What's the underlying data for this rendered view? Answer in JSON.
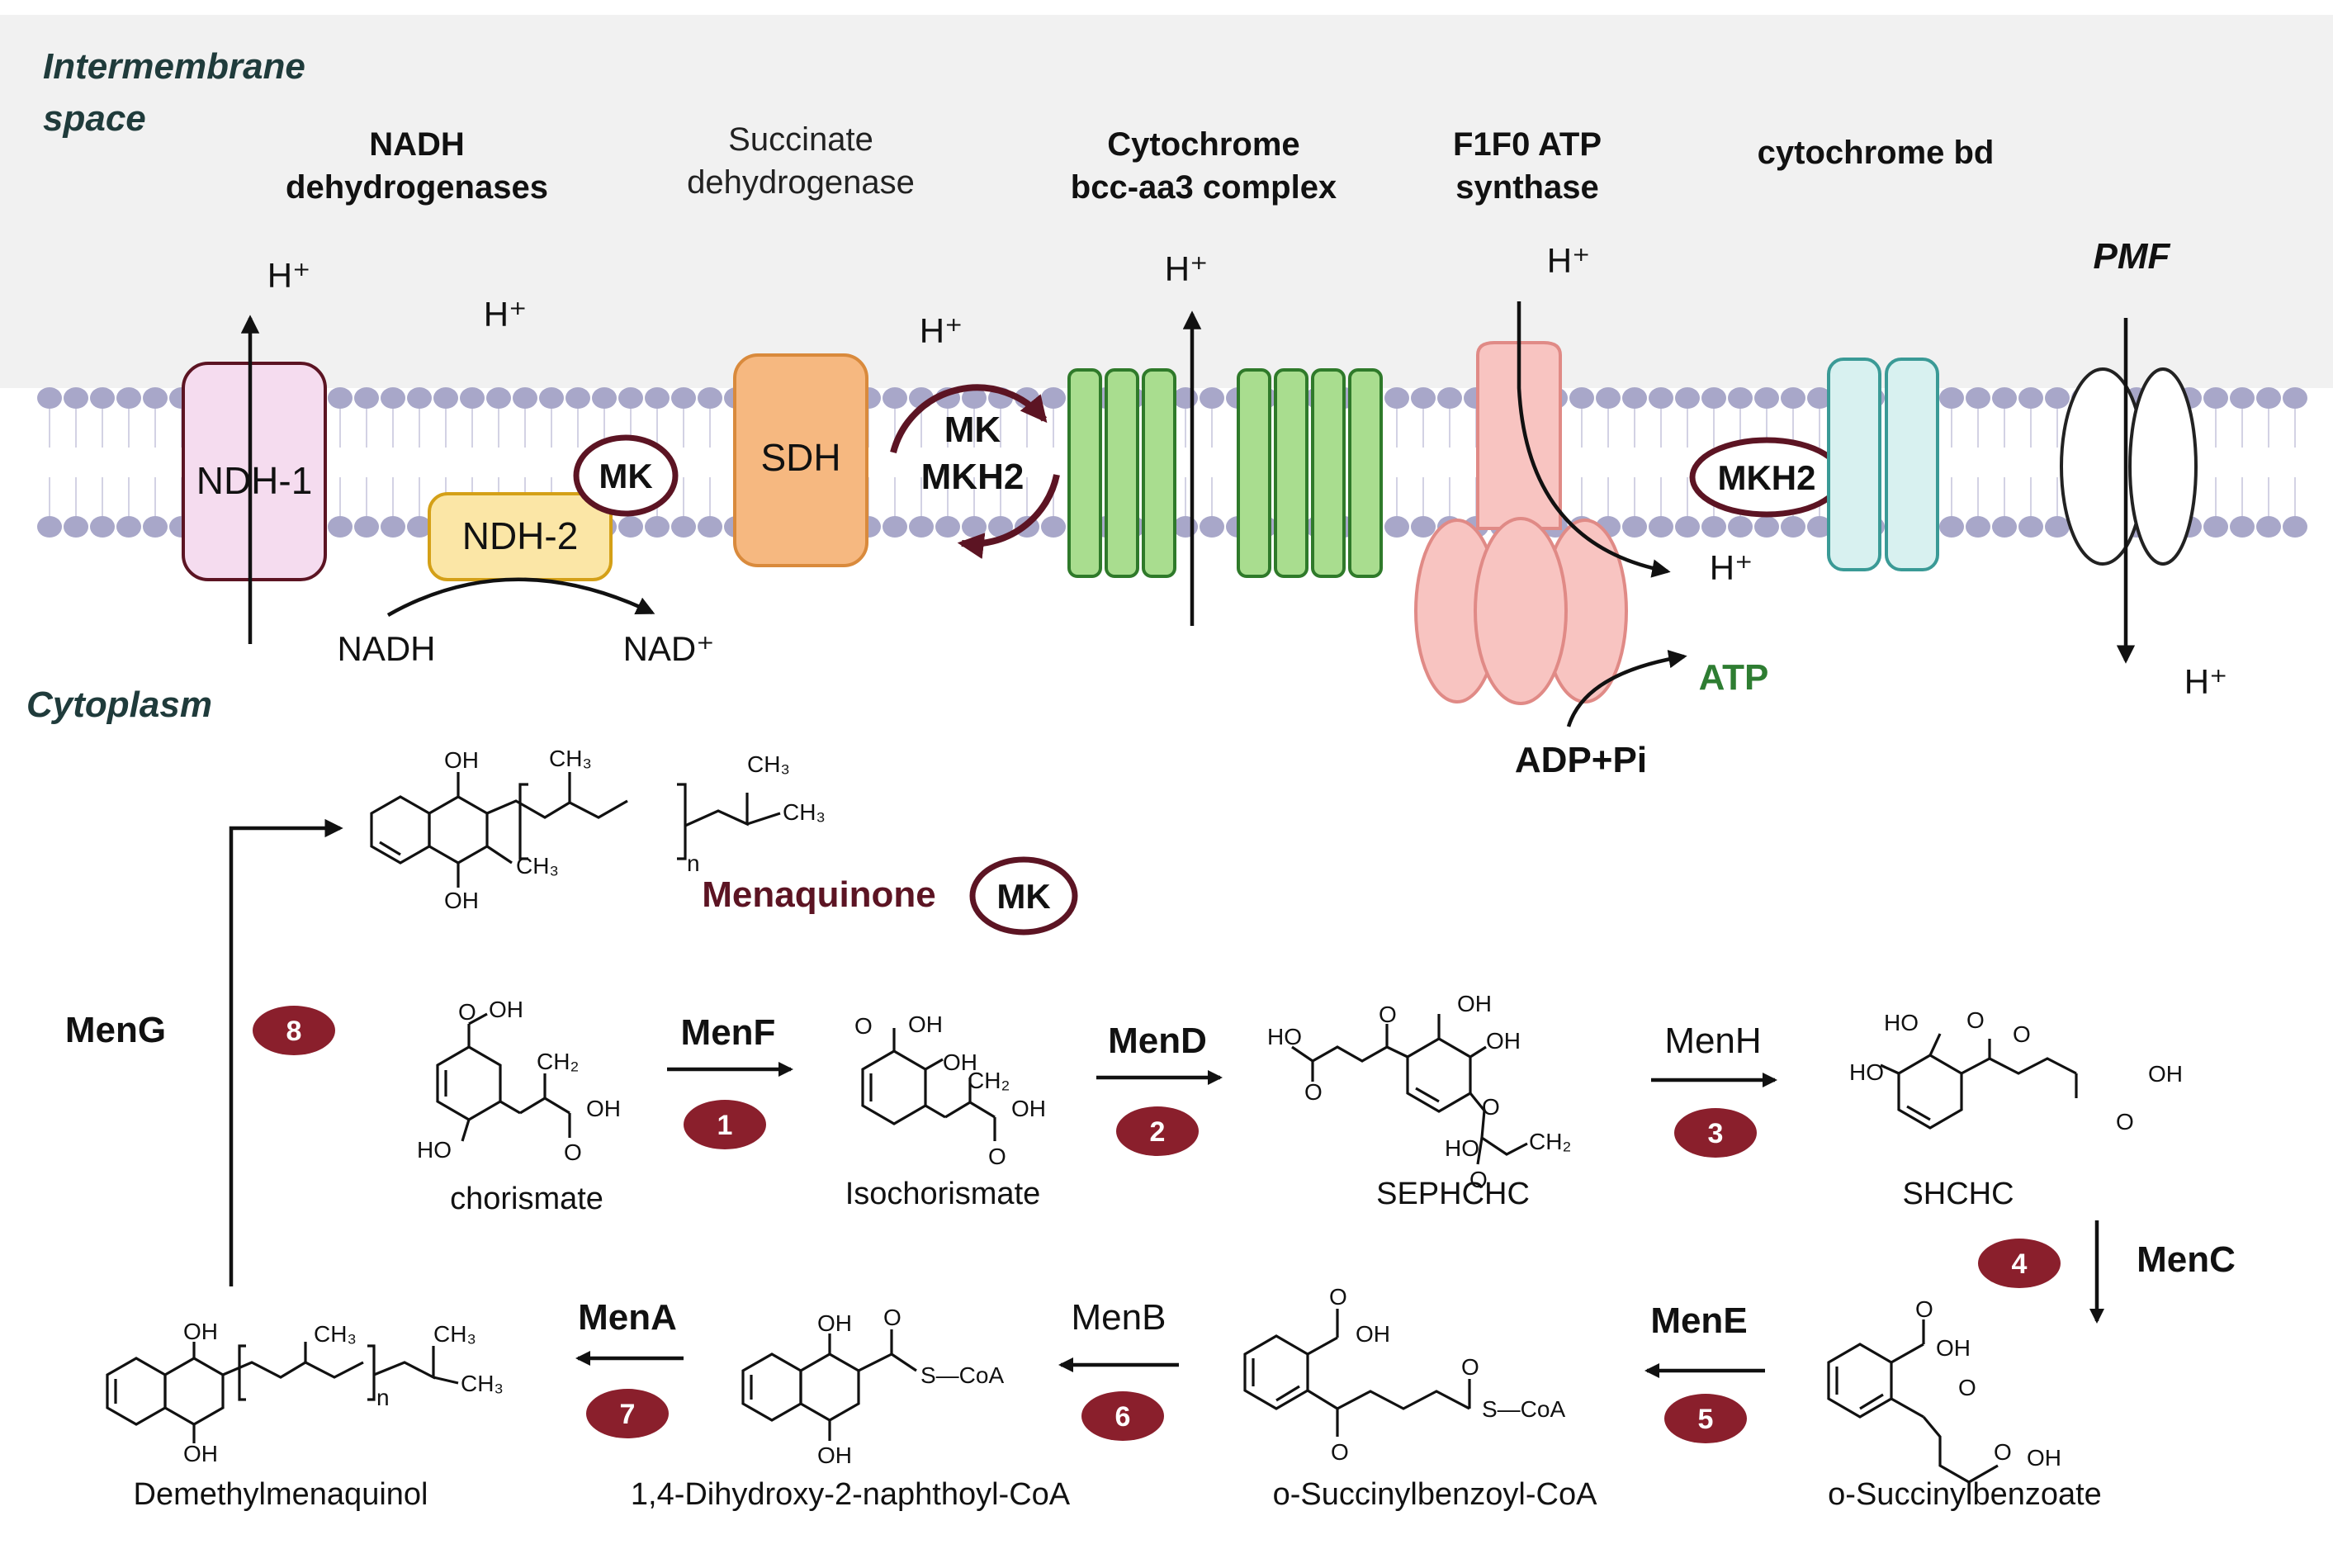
{
  "regions": {
    "intermembrane": "Intermembrane space",
    "cytoplasm": "Cytoplasm",
    "pmf": "PMF"
  },
  "complexes": {
    "nadh_dh": [
      "NADH",
      "dehydrogenases"
    ],
    "sdh": [
      "Succinate",
      "dehydrogenase"
    ],
    "cyt_bcc": [
      "Cytochrome",
      "bcc-aa3 complex"
    ],
    "atp_synthase": [
      "F1F0 ATP",
      "synthase"
    ],
    "cyt_bd": "cytochrome bd"
  },
  "membrane_labels": {
    "ndh1": "NDH-1",
    "ndh2": "NDH-2",
    "mk": "MK",
    "sdh": "SDH",
    "mk_cycle": "MK",
    "mkh2_cycle": "MKH2",
    "mkh2": "MKH2"
  },
  "ions": {
    "h_plus": "H⁺",
    "nadh": "NADH",
    "nad_plus": "NAD⁺",
    "atp": "ATP",
    "adp_pi": "ADP+Pi"
  },
  "menaquinone": {
    "label": "Menaquinone",
    "badge": "MK"
  },
  "enzymes": {
    "menF": "MenF",
    "menD": "MenD",
    "menH": "MenH",
    "menC": "MenC",
    "menE": "MenE",
    "menB": "MenB",
    "menA": "MenA",
    "menG": "MenG"
  },
  "steps": [
    "1",
    "2",
    "3",
    "4",
    "5",
    "6",
    "7",
    "8"
  ],
  "compounds": {
    "chorismate": "chorismate",
    "isochorismate": "Isochorismate",
    "sephchc": "SEPHCHC",
    "shchc": "SHCHC",
    "osb": "o-Succinylbenzoate",
    "osb_coa": "o-Succinylbenzoyl-CoA",
    "dhna_coa": "1,4-Dihydroxy-2-naphthoyl-CoA",
    "demk": "Demethylmenaquinol"
  },
  "atoms": {
    "oh": "OH",
    "o": "O",
    "ho": "HO",
    "ch3": "CH₃",
    "ch2": "CH₂",
    "n": "n",
    "scoa": "S—CoA"
  },
  "colors": {
    "membrane_bg": "#f1f1f1",
    "lipid_head": "#a8a7c9",
    "ndh1_fill": "#f5dcef",
    "ndh2_fill": "#fbe6a6",
    "sdh_fill": "#f6b880",
    "cyt_fill": "#a9dd8f",
    "atp_fill": "#f8c4c1",
    "bd_fill": "#d8f1f0",
    "maroon": "#5c1423",
    "step_badge": "#8a1f2c",
    "atp_text": "#2e7d32"
  }
}
